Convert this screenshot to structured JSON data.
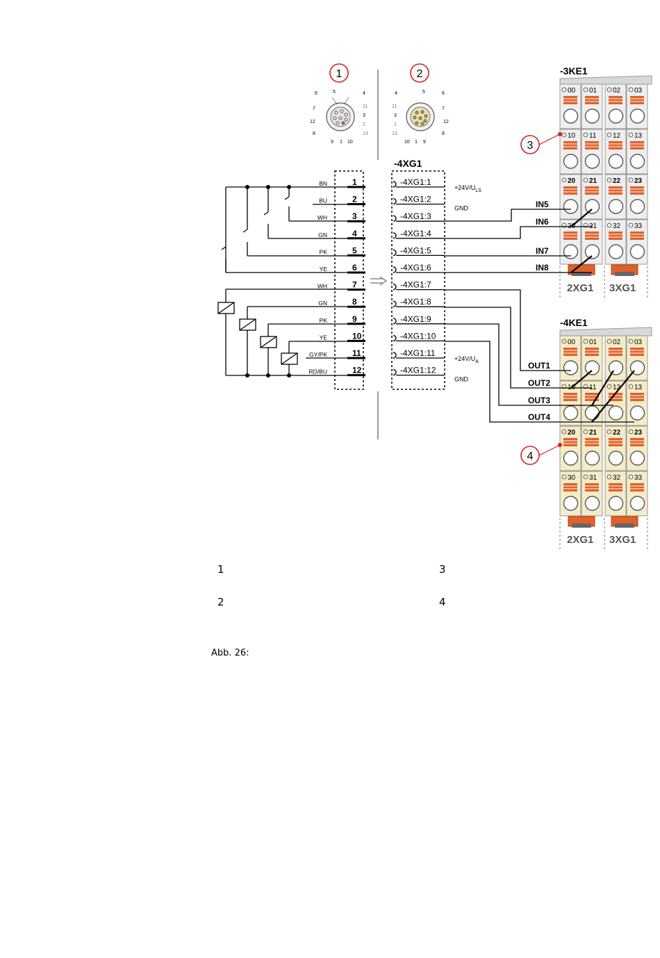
{
  "callouts": [
    "1",
    "2",
    "3",
    "4"
  ],
  "connector_left": {
    "pins_top": [
      "6",
      "5",
      "4"
    ],
    "pins_mid_left": [
      "7",
      "12",
      "8"
    ],
    "pins_mid_right": [
      "11",
      "3",
      "2",
      "13"
    ],
    "pins_bottom": [
      "9",
      "1",
      "10"
    ]
  },
  "connector_right": {
    "pins_top": [
      "4",
      "5",
      "6"
    ],
    "pins_mid_left": [
      "11",
      "3",
      "2",
      "13"
    ],
    "pins_mid_right": [
      "7",
      "12",
      "8"
    ],
    "pins_bottom": [
      "10",
      "1",
      "9"
    ]
  },
  "wires": [
    {
      "color": "BN",
      "pin": "1",
      "terminal": "-4XG1:1",
      "note": "+24V/U",
      "note_sub": "LS"
    },
    {
      "color": "BU",
      "pin": "2",
      "terminal": "-4XG1:2",
      "note": "GND",
      "note_sub": ""
    },
    {
      "color": "WH",
      "pin": "3",
      "terminal": "-4XG1:3",
      "note": "",
      "note_sub": ""
    },
    {
      "color": "GN",
      "pin": "4",
      "terminal": "-4XG1:4",
      "note": "",
      "note_sub": ""
    },
    {
      "color": "PK",
      "pin": "5",
      "terminal": "-4XG1:5",
      "note": "",
      "note_sub": ""
    },
    {
      "color": "YE",
      "pin": "6",
      "terminal": "-4XG1:6",
      "note": "",
      "note_sub": ""
    },
    {
      "color": "WH",
      "pin": "7",
      "terminal": "-4XG1:7",
      "note": "",
      "note_sub": ""
    },
    {
      "color": "GN",
      "pin": "8",
      "terminal": "-4XG1:8",
      "note": "",
      "note_sub": ""
    },
    {
      "color": "PK",
      "pin": "9",
      "terminal": "-4XG1:9",
      "note": "",
      "note_sub": ""
    },
    {
      "color": "YE",
      "pin": "10",
      "terminal": "-4XG1:10",
      "note": "",
      "note_sub": ""
    },
    {
      "color": "GY/PK",
      "pin": "11",
      "terminal": "-4XG1:11",
      "note": "+24V/U",
      "note_sub": "A"
    },
    {
      "color": "RD/BU",
      "pin": "12",
      "terminal": "-4XG1:12",
      "note": "GND",
      "note_sub": ""
    }
  ],
  "plug_label": "-4XG1",
  "module_top": {
    "title": "-3KE1",
    "rows": [
      [
        "00",
        "01",
        "02",
        "03"
      ],
      [
        "10",
        "11",
        "12",
        "13"
      ],
      [
        "20",
        "21",
        "22",
        "23"
      ],
      [
        "30",
        "31",
        "32",
        "33"
      ]
    ],
    "slots": [
      "2XG1",
      "3XG1"
    ],
    "signals": [
      "IN5",
      "IN6",
      "IN7",
      "IN8"
    ]
  },
  "module_bottom": {
    "title": "-4KE1",
    "rows": [
      [
        "00",
        "01",
        "02",
        "03"
      ],
      [
        "10",
        "11",
        "12",
        "13"
      ],
      [
        "20",
        "21",
        "22",
        "23"
      ],
      [
        "30",
        "31",
        "32",
        "33"
      ]
    ],
    "slots": [
      "2XG1",
      "3XG1"
    ],
    "signals": [
      "OUT1",
      "OUT2",
      "OUT3",
      "OUT4"
    ]
  },
  "legend": [
    "1",
    "2",
    "3",
    "4"
  ],
  "caption": "Abb. 26:",
  "colors": {
    "callout_red": "#d81e1e",
    "terminal_orange": "#e0622a",
    "module_top_bg": "#eeeeee",
    "module_bottom_bg": "#f4ecc8",
    "separator_gray": "#9a9a9a"
  }
}
